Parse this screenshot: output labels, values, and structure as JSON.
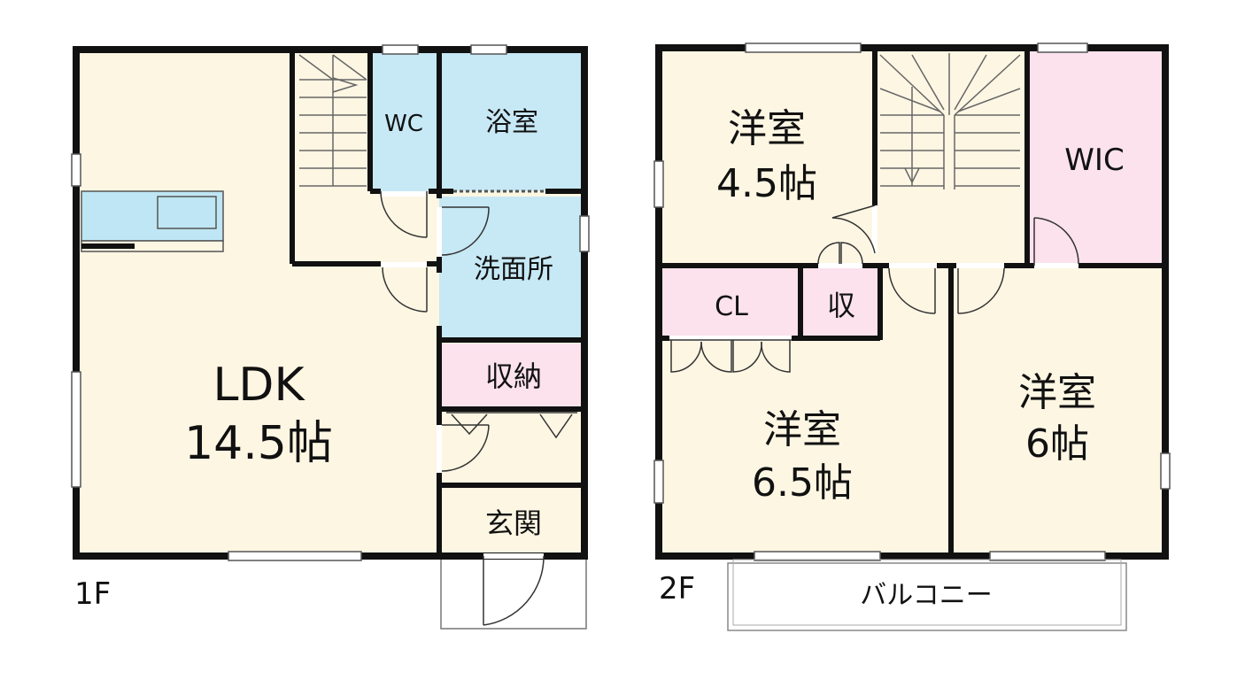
{
  "colors": {
    "wall": "#111111",
    "living": "#fdf6e3",
    "wet": "#c7e8f5",
    "storage": "#fbe2ec",
    "kitchen": "#bfe6f4",
    "door_line": "#333333"
  },
  "floor1": {
    "label": "1F",
    "rooms": {
      "ldk_name": "LDK",
      "ldk_size": "14.5帖",
      "wc": "WC",
      "bath": "浴室",
      "washroom": "洗面所",
      "storage": "収納",
      "entrance": "玄関"
    }
  },
  "floor2": {
    "label": "2F",
    "rooms": {
      "room_a_name": "洋室",
      "room_a_size": "4.5帖",
      "wic": "WIC",
      "closet": "CL",
      "storage": "収",
      "room_b_name": "洋室",
      "room_b_size": "6.5帖",
      "room_c_name": "洋室",
      "room_c_size": "6帖",
      "balcony": "バルコニー"
    }
  }
}
